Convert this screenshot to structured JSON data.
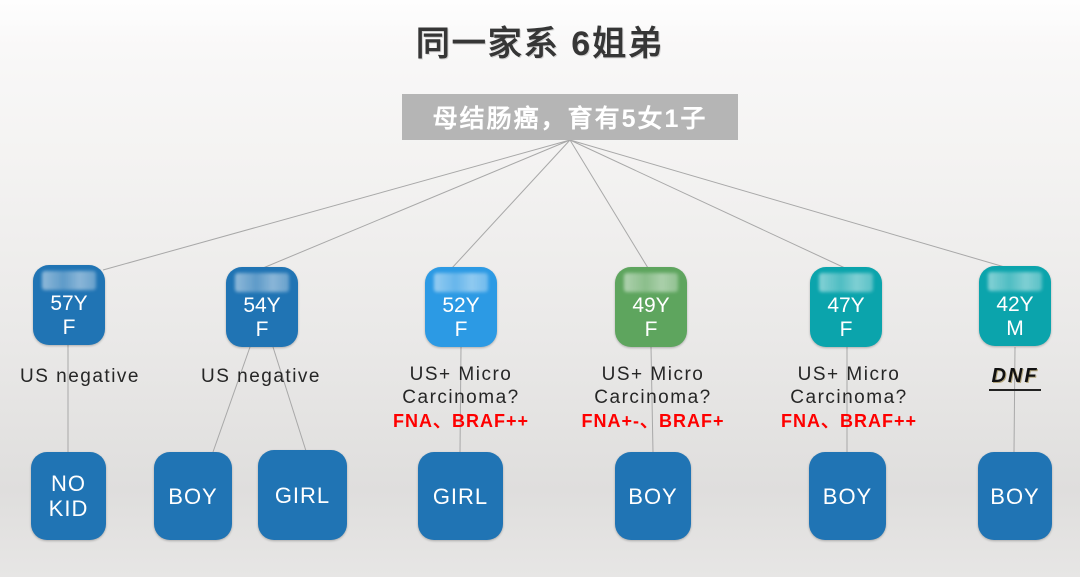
{
  "title": "同一家系 6姐弟",
  "root": {
    "label": "母结肠癌，育有5女1子"
  },
  "colors": {
    "blue": "#2074b4",
    "light_blue": "#2c9ae4",
    "green": "#5ea55e",
    "teal": "#0ba4ac",
    "root_gray": "#b5b5b5",
    "red_text": "#fe0000",
    "line": "#a8a8a8"
  },
  "siblings": [
    {
      "age": "57Y",
      "sex": "F",
      "note_line1": "US negative",
      "note_line2": "",
      "red_note": "",
      "children": [
        {
          "label": "NO KID"
        }
      ]
    },
    {
      "age": "54Y",
      "sex": "F",
      "note_line1": "US negative",
      "note_line2": "",
      "red_note": "",
      "children": [
        {
          "label": "BOY"
        },
        {
          "label": "GIRL"
        }
      ]
    },
    {
      "age": "52Y",
      "sex": "F",
      "note_line1": "US+ Micro",
      "note_line2": "Carcinoma?",
      "red_note": "FNA、BRAF++",
      "children": [
        {
          "label": "GIRL"
        }
      ]
    },
    {
      "age": "49Y",
      "sex": "F",
      "note_line1": "US+ Micro",
      "note_line2": "Carcinoma?",
      "red_note": "FNA+-、BRAF+",
      "children": [
        {
          "label": "BOY"
        }
      ]
    },
    {
      "age": "47Y",
      "sex": "F",
      "note_line1": "US+ Micro",
      "note_line2": "Carcinoma?",
      "red_note": "FNA、BRAF++",
      "children": [
        {
          "label": "BOY"
        }
      ]
    },
    {
      "age": "42Y",
      "sex": "M",
      "note_line1": "DNF",
      "note_line2": "",
      "red_note": "",
      "children": [
        {
          "label": "BOY"
        }
      ]
    }
  ]
}
